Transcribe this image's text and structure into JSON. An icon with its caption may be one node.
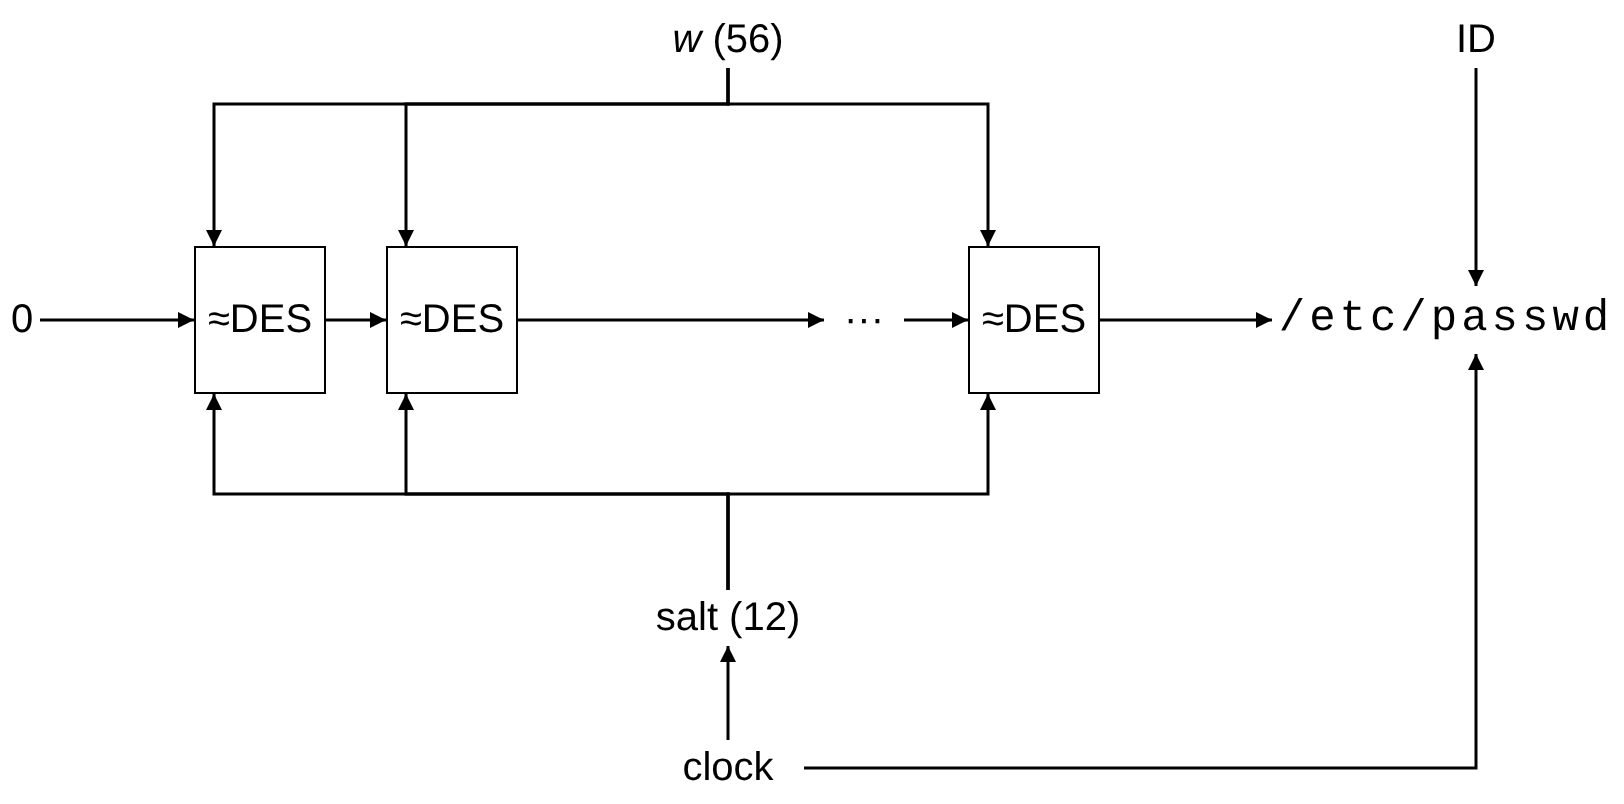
{
  "diagram": {
    "nodes": [
      {
        "text": [
          "*w* (56)"
        ]
      },
      {
        "text": [
          "0"
        ]
      },
      {
        "text": [
          "≈DES"
        ]
      },
      {
        "text": [
          "≈DES"
        ]
      },
      {
        "text": [
          "···"
        ]
      },
      {
        "text": [
          "≈DES"
        ]
      },
      {
        "text": [
          "/etc/passwd"
        ]
      },
      {
        "text": [
          "ID"
        ]
      },
      {
        "text": [
          "salt (12)"
        ]
      },
      {
        "text": [
          "clock"
        ]
      }
    ],
    "edges": [
      {
        "from": 1,
        "to": 2,
        "arrow": "to"
      },
      {
        "from": 2,
        "to": 3,
        "arrow": "to"
      },
      {
        "from": 3,
        "to": 4,
        "arrow": "to"
      },
      {
        "from": 4,
        "to": 5,
        "arrow": "to"
      },
      {
        "from": 5,
        "to": 6,
        "arrow": "to"
      },
      {
        "from": 0,
        "to": 2,
        "arrow": "to"
      },
      {
        "from": 0,
        "to": 3,
        "arrow": "to"
      },
      {
        "from": 0,
        "to": 5,
        "arrow": "to"
      },
      {
        "from": 8,
        "to": 2,
        "arrow": "to"
      },
      {
        "from": 8,
        "to": 3,
        "arrow": "to"
      },
      {
        "from": 8,
        "to": 5,
        "arrow": "to"
      },
      {
        "from": 9,
        "to": 8,
        "arrow": "to"
      },
      {
        "from": 7,
        "to": 6,
        "arrow": "to"
      },
      {
        "from": 9,
        "to": 6,
        "arrow": "to"
      }
    ]
  }
}
